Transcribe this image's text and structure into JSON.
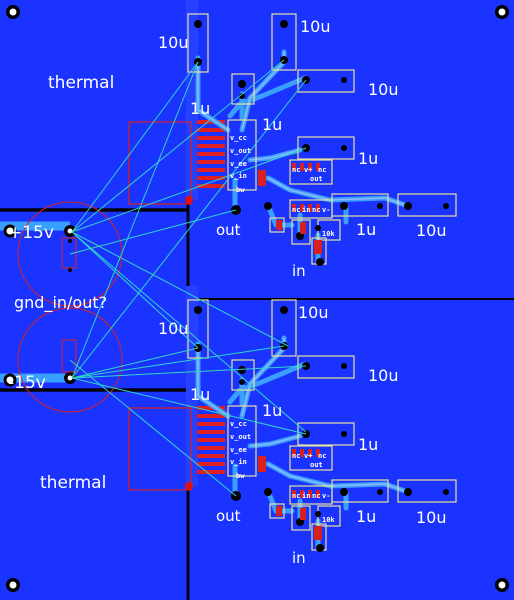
{
  "board": {
    "colors": {
      "copper": "#1a33ff",
      "board_bg": "#0a1d8f",
      "trace": "#3aa0ff",
      "trace_light": "#8fb8ff",
      "ratsnest": "#2fd6c9",
      "silkscreen": "#e8e0a0",
      "keepout": "#d92020",
      "pad": "#000000"
    }
  },
  "labels": {
    "thermal_top": "thermal",
    "thermal_bottom": "thermal",
    "plus15": "+15v",
    "minus15": "-15v",
    "gnd": "gnd_in/out?"
  },
  "top_section": {
    "cap_a": "10u",
    "cap_b": "10u",
    "cap_c": "10u",
    "cap_d": "1u",
    "cap_e": "1u",
    "cap_f": "1u",
    "cap_g": "1u",
    "cap_h": "10u",
    "out": "out",
    "in": "in",
    "res": "10k",
    "pins": [
      "v_cc",
      "v_out",
      "v_ee",
      "v_in",
      "bw"
    ],
    "ic_pins": [
      "nc",
      "v+",
      "nc",
      "out",
      "nc",
      "in",
      "nc",
      "v-"
    ]
  },
  "bottom_section": {
    "cap_a": "10u",
    "cap_b": "10u",
    "cap_c": "10u",
    "cap_d": "1u",
    "cap_e": "1u",
    "cap_f": "1u",
    "cap_g": "1u",
    "cap_h": "10u",
    "out": "out",
    "in": "in",
    "res": "10k",
    "pins": [
      "v_cc",
      "v_out",
      "v_ee",
      "v_in",
      "bw"
    ],
    "ic_pins": [
      "nc",
      "v+",
      "nc",
      "out",
      "nc",
      "in",
      "nc",
      "v-"
    ]
  }
}
